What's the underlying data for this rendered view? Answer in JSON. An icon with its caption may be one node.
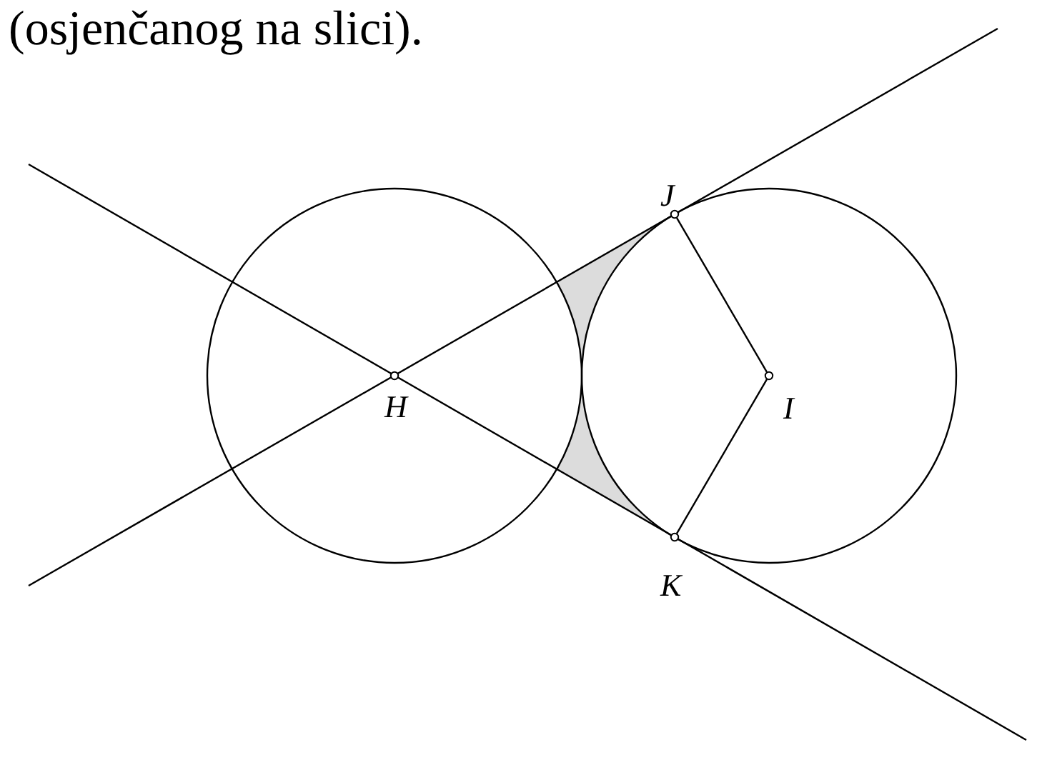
{
  "diagram": {
    "nodes": [
      {
        "text": [
          "H"
        ]
      },
      {
        "text": [
          "I"
        ]
      },
      {
        "text": [
          "J"
        ]
      },
      {
        "text": [
          "K"
        ]
      }
    ],
    "edges": [
      {
        "from": 1,
        "to": 2,
        "arrow": "none"
      },
      {
        "from": 1,
        "to": 3,
        "arrow": "none"
      }
    ],
    "labels": [
      "(osjenčanog na slici)."
    ]
  }
}
